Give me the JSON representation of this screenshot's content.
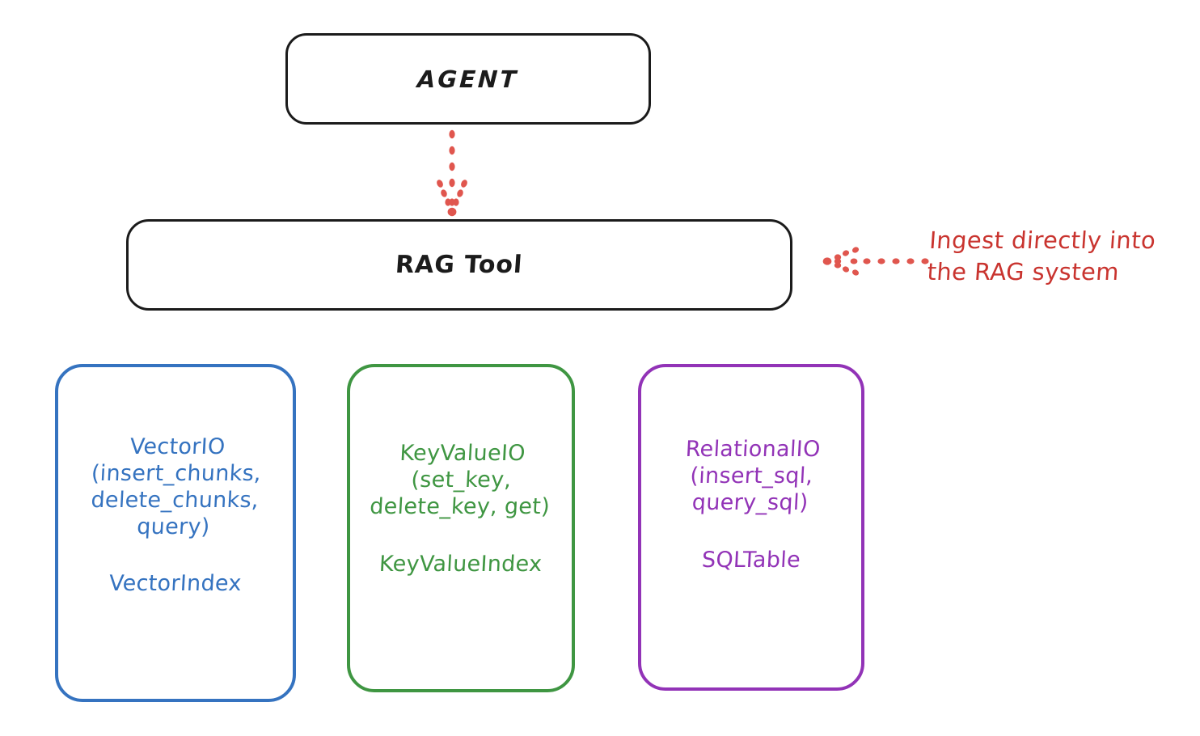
{
  "diagram": {
    "title": "RAG Tool storage abstraction diagram",
    "colors": {
      "black": "#1b1b1b",
      "red": "#c9342f",
      "arrow_red": "#e0564e",
      "blue": "#3573c0",
      "green": "#3f9642",
      "purple": "#9233b7",
      "background": "#ffffff"
    },
    "nodes": {
      "agent": {
        "label": "AGENT"
      },
      "rag_tool": {
        "label": "RAG Tool"
      },
      "vector_io": {
        "title": "VectorIO\n(insert_chunks,\ndelete_chunks,\nquery)",
        "index": "VectorIndex",
        "color": "#3573c0"
      },
      "key_value_io": {
        "title": "KeyValueIO\n(set_key,\ndelete_key, get)",
        "index": "KeyValueIndex",
        "color": "#3f9642"
      },
      "relational_io": {
        "title": "RelationalIO\n(insert_sql,\nquery_sql)",
        "index": "SQLTable",
        "color": "#9233b7"
      }
    },
    "annotation": {
      "text": "Ingest directly into\nthe RAG system",
      "color": "#c9342f"
    },
    "edges": [
      {
        "from": "agent",
        "to": "rag_tool",
        "style": "dotted",
        "direction": "down",
        "color": "#e0564e"
      },
      {
        "from": "annotation",
        "to": "rag_tool",
        "style": "dotted",
        "direction": "left",
        "color": "#e0564e"
      }
    ]
  }
}
